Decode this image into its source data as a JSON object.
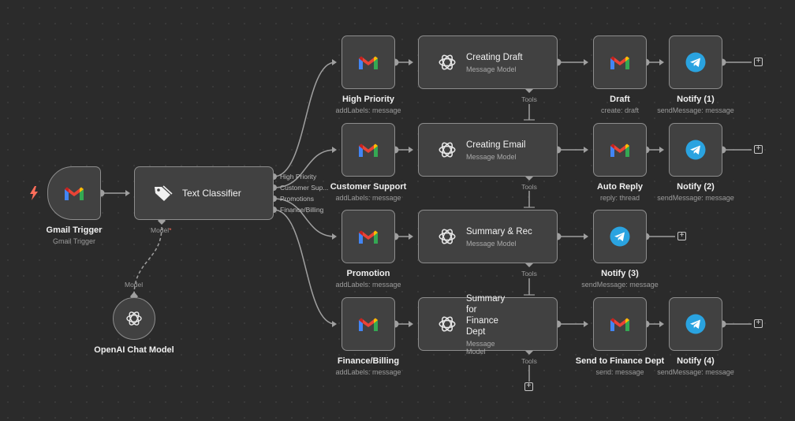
{
  "colors": {
    "canvas": "#2b2b2b",
    "node": "#414141",
    "border": "#8d8d8d",
    "trigger_bolt": "#ff6d5a",
    "telegram": "#2aa3e0"
  },
  "icons": {
    "gmail": "gmail-icon",
    "openai": "openai-icon",
    "telegram": "telegram-icon",
    "tag": "tag-icon",
    "bolt": "bolt-icon",
    "plus": "plus-icon"
  },
  "nodes": {
    "trigger": {
      "title": "Gmail Trigger",
      "sub": "Gmail Trigger"
    },
    "classifier": {
      "title": "Text Classifier",
      "model_port": "Model",
      "model_required": "*",
      "outputs": [
        "High Priority",
        "Customer Sup...",
        "Promotions",
        "Finance/Billing"
      ]
    },
    "chat_model": {
      "title": "OpenAI Chat Model",
      "port": "Model"
    },
    "rows": [
      {
        "label": {
          "title": "High Priority",
          "sub": "addLabels: message"
        },
        "ai": {
          "title": "Creating Draft",
          "sub": "Message Model",
          "tools": "Tools"
        },
        "action": {
          "title": "Draft",
          "sub": "create: draft"
        },
        "notify": {
          "title": "Notify (1)",
          "sub": "sendMessage: message"
        }
      },
      {
        "label": {
          "title": "Customer Support",
          "sub": "addLabels: message"
        },
        "ai": {
          "title": "Creating Email",
          "sub": "Message Model",
          "tools": "Tools"
        },
        "action": {
          "title": "Auto Reply",
          "sub": "reply: thread"
        },
        "notify": {
          "title": "Notify (2)",
          "sub": "sendMessage: message"
        }
      },
      {
        "label": {
          "title": "Promotion",
          "sub": "addLabels: message"
        },
        "ai": {
          "title": "Summary & Rec",
          "sub": "Message Model",
          "tools": "Tools"
        },
        "notify": {
          "title": "Notify (3)",
          "sub": "sendMessage: message"
        }
      },
      {
        "label": {
          "title": "Finance/Billing",
          "sub": "addLabels: message"
        },
        "ai": {
          "title": "Summary for Finance Dept",
          "sub": "Message Model",
          "tools": "Tools"
        },
        "action": {
          "title": "Send to Finance Dept",
          "sub": "send: message"
        },
        "notify": {
          "title": "Notify (4)",
          "sub": "sendMessage: message"
        }
      }
    ]
  }
}
